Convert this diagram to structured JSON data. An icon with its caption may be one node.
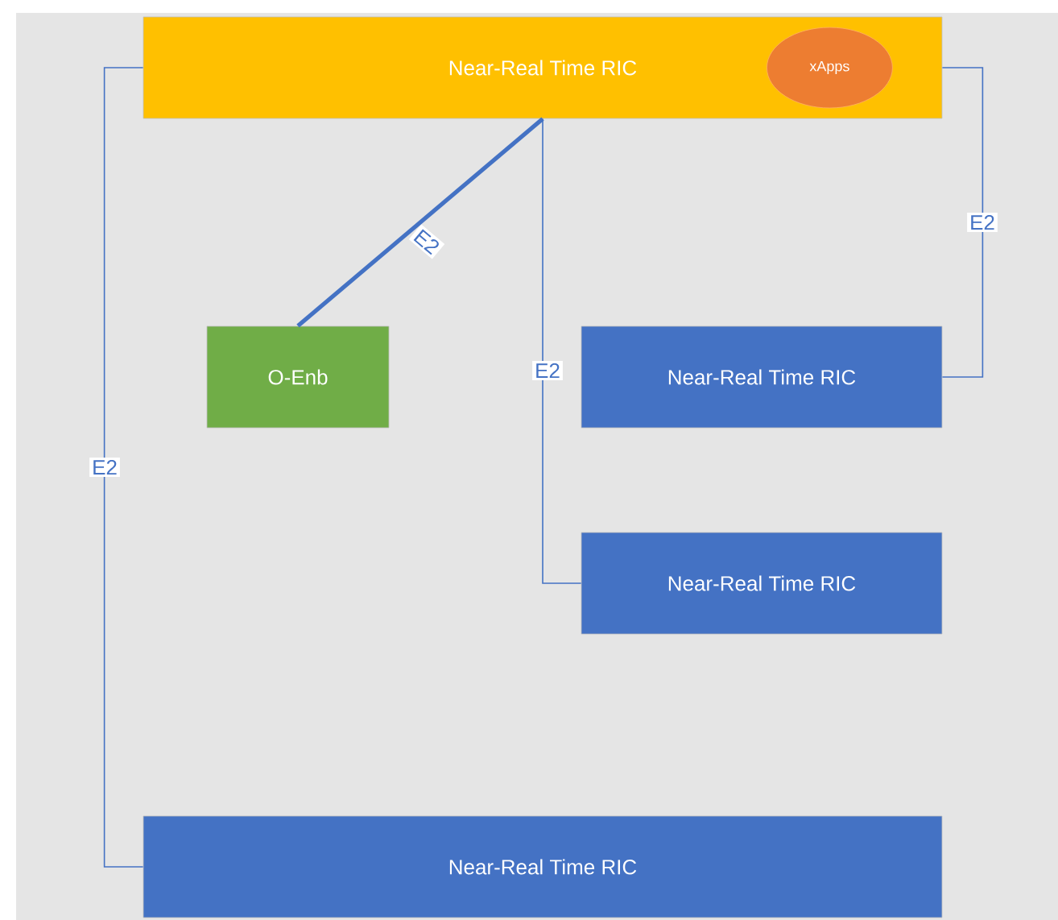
{
  "diagram": {
    "nodes": [
      {
        "text": [
          "Near-Real Time RIC"
        ]
      },
      {
        "text": [
          "xApps"
        ],
        "in": 0
      },
      {
        "text": [
          "O-Enb"
        ]
      },
      {
        "text": [
          "Near-Real Time RIC"
        ]
      },
      {
        "text": [
          "Near-Real Time RIC"
        ]
      },
      {
        "text": [
          "Near-Real Time RIC"
        ]
      }
    ],
    "edges": [
      {
        "from": 0,
        "to": 2,
        "arrow": "none",
        "label": "E2",
        "style": "thick"
      },
      {
        "from": 0,
        "to": 3,
        "arrow": "none",
        "label": "E2"
      },
      {
        "from": 0,
        "to": 4,
        "arrow": "none",
        "label": "E2"
      },
      {
        "from": 0,
        "to": 5,
        "arrow": "none",
        "label": "E2"
      }
    ]
  }
}
